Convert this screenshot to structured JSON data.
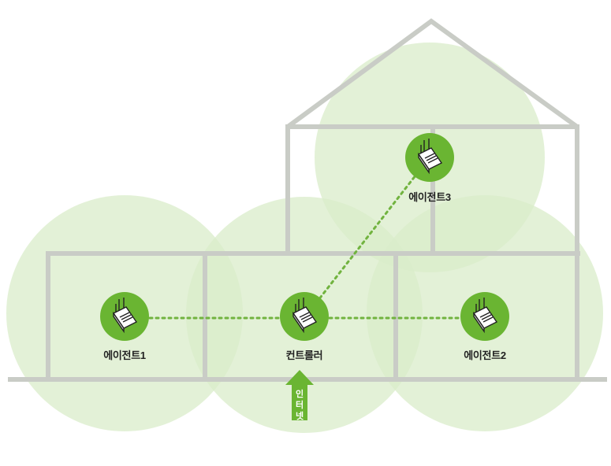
{
  "nodes": {
    "agent1": {
      "label": "에이전트1"
    },
    "controller": {
      "label": "컨트롤러"
    },
    "agent2": {
      "label": "에이전트2"
    },
    "agent3": {
      "label": "에이전트3"
    }
  },
  "internet": {
    "chars": [
      "인",
      "터",
      "넷"
    ]
  },
  "colors": {
    "coverage": "#d9ecc9",
    "node": "#6ab532",
    "link": "#71b33f",
    "house": "#c9ccc6"
  }
}
